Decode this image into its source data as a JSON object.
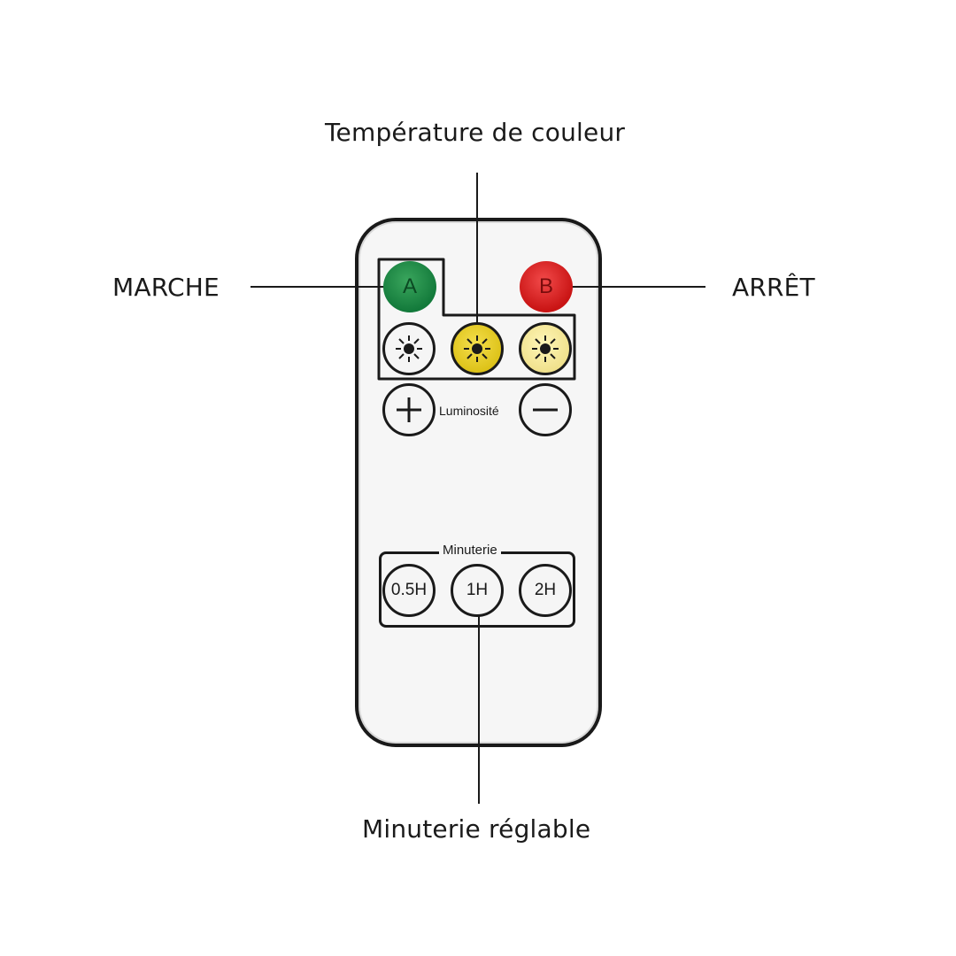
{
  "callouts": {
    "color_temperature": "Température de couleur",
    "on": "MARCHE",
    "off": "ARRÊT",
    "timer_adjustable": "Minuterie réglable"
  },
  "remote": {
    "button_a": "A",
    "button_b": "B",
    "brightness_label": "Luminosité",
    "brightness_plus_icon": "plus-icon",
    "brightness_minus_icon": "minus-icon",
    "color_buttons": [
      {
        "icon": "sun-icon",
        "color": "#f5f5f5"
      },
      {
        "icon": "sun-icon",
        "color": "#dcc116"
      },
      {
        "icon": "sun-icon",
        "color": "#efe08a"
      }
    ],
    "timer_title": "Minuterie",
    "timer_buttons": [
      "0.5H",
      "1H",
      "2H"
    ],
    "button_a_color": "#1a8a45",
    "button_b_color": "#e02020"
  }
}
